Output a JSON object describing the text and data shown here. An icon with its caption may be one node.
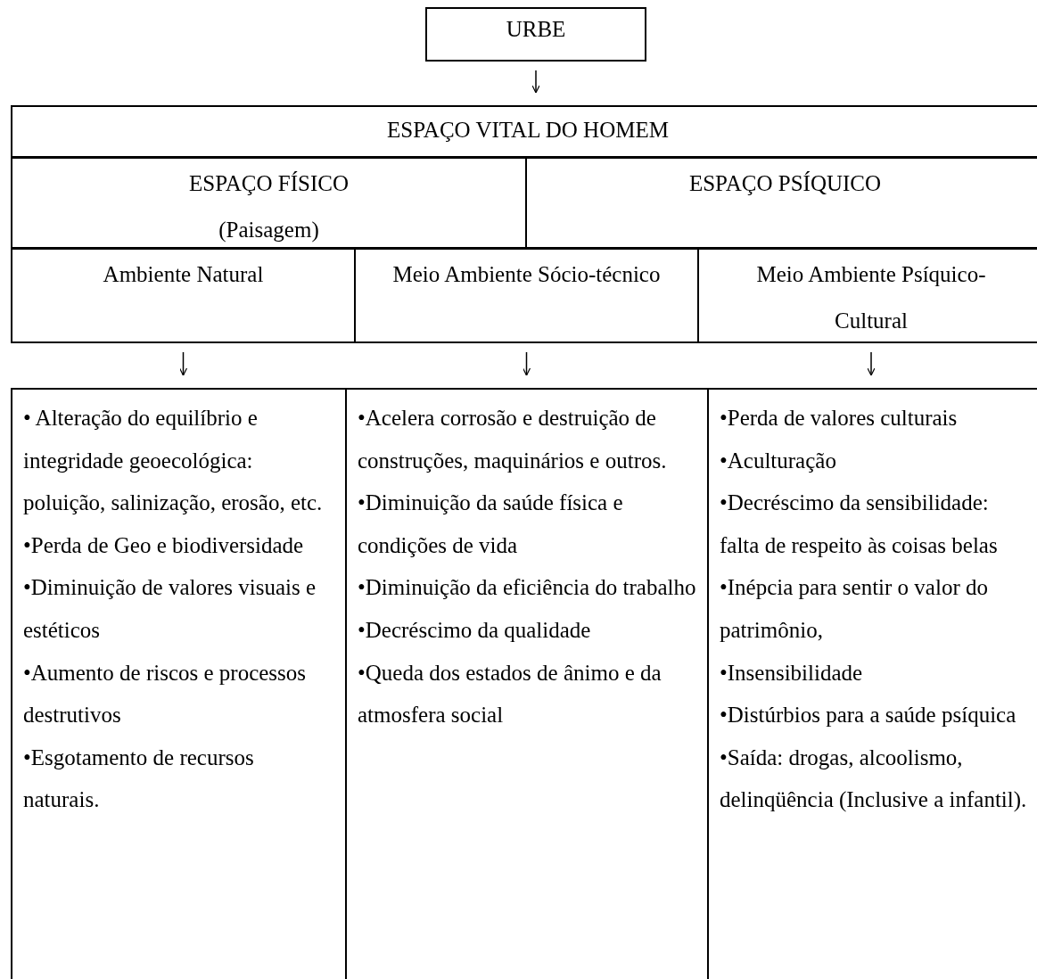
{
  "diagram": {
    "nodes": [
      {
        "text": [
          "URBE"
        ]
      },
      {
        "text": [
          "ESPAÇO VITAL DO HOMEM"
        ]
      },
      {
        "text": [
          "ESPAÇO FÍSICO",
          "(Paisagem)"
        ]
      },
      {
        "text": [
          "ESPAÇO PSÍQUICO"
        ]
      },
      {
        "text": [
          "Ambiente Natural"
        ]
      },
      {
        "text": [
          "Meio Ambiente Sócio-técnico"
        ]
      },
      {
        "text": [
          "Meio Ambiente Psíquico-Cultural"
        ]
      },
      {
        "text": [
          "• Alteração do equilíbrio e integridade geoecológica: poluição, salinização, erosão, etc.",
          "•Perda de Geo e biodiversidade",
          "•Diminuição de valores visuais e estéticos",
          "•Aumento de riscos e processos destrutivos",
          "•Esgotamento de recursos naturais."
        ]
      },
      {
        "text": [
          "•Acelera corrosão e destruição de construções, maquinários e outros.",
          "•Diminuição da saúde física e condições de vida",
          "•Diminuição da eficiência do trabalho",
          "•Decréscimo da qualidade",
          "•Queda dos estados de ânimo e da atmosfera social"
        ]
      },
      {
        "text": [
          "•Perda de valores culturais",
          "•Aculturação",
          "•Decréscimo da sensibilidade: falta de respeito às coisas belas",
          "•Inépcia para sentir o valor do patrimônio,",
          "•Insensibilidade",
          "•Distúrbios para a saúde psíquica",
          "•Saída: drogas, alcoolismo, delinqüência (Inclusive a infantil)."
        ]
      }
    ],
    "edges": [
      {
        "from": 0,
        "to": 1,
        "arrow": "to"
      },
      {
        "from": 4,
        "to": 7,
        "arrow": "to"
      },
      {
        "from": 5,
        "to": 8,
        "arrow": "to"
      },
      {
        "from": 6,
        "to": 9,
        "arrow": "to"
      }
    ]
  }
}
